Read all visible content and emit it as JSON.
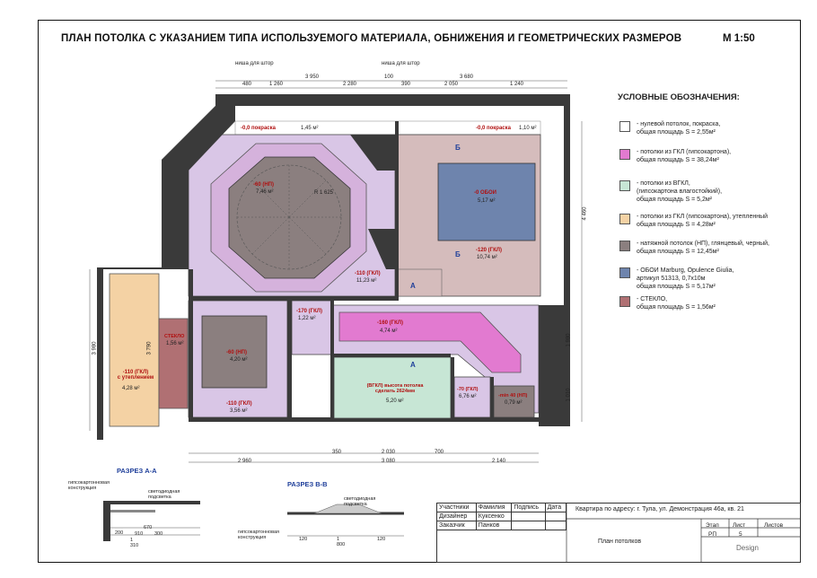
{
  "title": "ПЛАН  ПОТОЛКА С УКАЗАНИЕМ ТИПА ИСПОЛЬЗУЕМОГО МАТЕРИАЛА, ОБНИЖЕНИЯ И ГЕОМЕТРИЧЕСКИХ РАЗМЕРОВ",
  "scale": "М 1:50",
  "colors": {
    "wall": "#3a3a3a",
    "zero_ceiling": "#ffffff",
    "gkl": "#e27ad0",
    "gkl_light": "#d9c6e6",
    "vgkl": "#c7e6d5",
    "gkl_insulated": "#f4d2a4",
    "stretch": "#8b7f7f",
    "oboi": "#6e84ad",
    "glass": "#b07073",
    "rose_room": "#d5bcbc",
    "dim_line": "#555555"
  },
  "legend": {
    "title": "УСЛОВНЫЕ ОБОЗНАЧЕНИЯ:",
    "items": [
      {
        "text": "- нулевой потолок, покраска,\nобщая площадь S = 2,55м²",
        "color": "#ffffff"
      },
      {
        "text": "- потолки из ГКЛ (гипсокартона),\nобщая площадь S = 38,24м²",
        "color": "#e27ad0"
      },
      {
        "text": "- потолки из ВГКЛ,\n(гипсокартона влагостойкий),\nобщая площадь S = 5,2м²",
        "color": "#c7e6d5"
      },
      {
        "text": "- потолки из ГКЛ (гипсокартона), утепленный\nобщая площадь S = 4,28м²",
        "color": "#f4d2a4"
      },
      {
        "text": "- натяжной потолок (НП), глянцевый, черный,\nобщая площадь S = 12,45м²",
        "color": "#8b7f7f"
      },
      {
        "text": "- ОБОИ  Marburg, Opulence Giulia,\nартикул 51313,  0,7х10м\nобщая площадь S = 5,17м²",
        "color": "#6e84ad"
      },
      {
        "text": "- СТЕКЛО,\nобщая площадь S = 1,56м²",
        "color": "#b07073"
      }
    ]
  },
  "plan": {
    "niche_left": "ниша для штор",
    "niche_right": "ниша для штор",
    "top_dims": [
      "480",
      "1 260",
      "3 950",
      "2 280",
      "100",
      "390",
      "3 680",
      "2 050",
      "1 240"
    ],
    "bottom_dims": [
      "2 960",
      "350",
      "2 030",
      "3 080",
      "700",
      "2 140"
    ],
    "left_dims": [
      "3 980",
      "3 790"
    ],
    "right_dims": [
      "4 460",
      "1 980",
      "1 010"
    ],
    "labels": {
      "paint_left": "-0,0 покраска",
      "paint_left_area": "1,45 м²",
      "paint_right": "-0,0 покраска",
      "paint_right_area": "1,10 м²",
      "octagon": "-60 (НП)",
      "octagon_area": "7,46 м²",
      "octagon_radius": "R 1 625",
      "living": "-110 (ГКЛ)",
      "living_area": "11,23 м²",
      "oboi": "-0 ОБОИ",
      "oboi_area": "5,17 м²",
      "bedroom": "-120 (ГКЛ)",
      "bedroom_area": "10,74 м²",
      "glass": "СТЕКЛО",
      "glass_area": "1,56 м²",
      "balcony": "-110 (ГКЛ)\nс утеплением",
      "balcony_area": "4,28 м²",
      "small_sq": "-60 (НП)",
      "small_sq_area": "4,20 м²",
      "kid": "-110 (ГКЛ)",
      "kid_area": "3,56 м²",
      "corridor_a": "-170 (ГКЛ)",
      "corridor_a_area": "1,22 м²",
      "hall": "-160 (ГКЛ)",
      "hall_area": "4,74 м²",
      "bath": "(ВГКЛ) высота потолка\nсделать 2624мм",
      "bath_area": "5,20 м²",
      "wc": "-70 (ГКЛ)",
      "wc_area": "6,76 м²",
      "wc2": "-min 40 (НП)",
      "wc2_area": "0,79 м²",
      "mark_b": "Б",
      "mark_a": "А"
    }
  },
  "sections": {
    "aa_title": "РАЗРЕЗ А-А",
    "bb_title": "РАЗРЕЗ В-В",
    "aa_note1": "гипсокартонновая\nконструкция",
    "aa_note2": "светодиодная подсветка",
    "aa_dims": [
      "670",
      "200",
      "910",
      "300",
      "1 310"
    ],
    "bb_note1": "светодиодная подсветка",
    "bb_note2": "гипсокартонновая\nконструкция",
    "bb_dims": [
      "120",
      "1 800",
      "120"
    ]
  },
  "stamp": {
    "headers": [
      "Участники",
      "Фамилия",
      "Подпись",
      "Дата"
    ],
    "rows": [
      [
        "Дизайнер",
        "Куксенко"
      ],
      [
        "Заказчик",
        "Панков"
      ]
    ],
    "address": "Квартира по адресу: г. Тула, ул. Демонстрация 46а, кв. 21",
    "etap_label": "Этап",
    "list_label": "Лист",
    "lists_label": "Листов",
    "etap": "РП",
    "list": "5",
    "sheet_name": "План потолков"
  },
  "logo": "Design"
}
